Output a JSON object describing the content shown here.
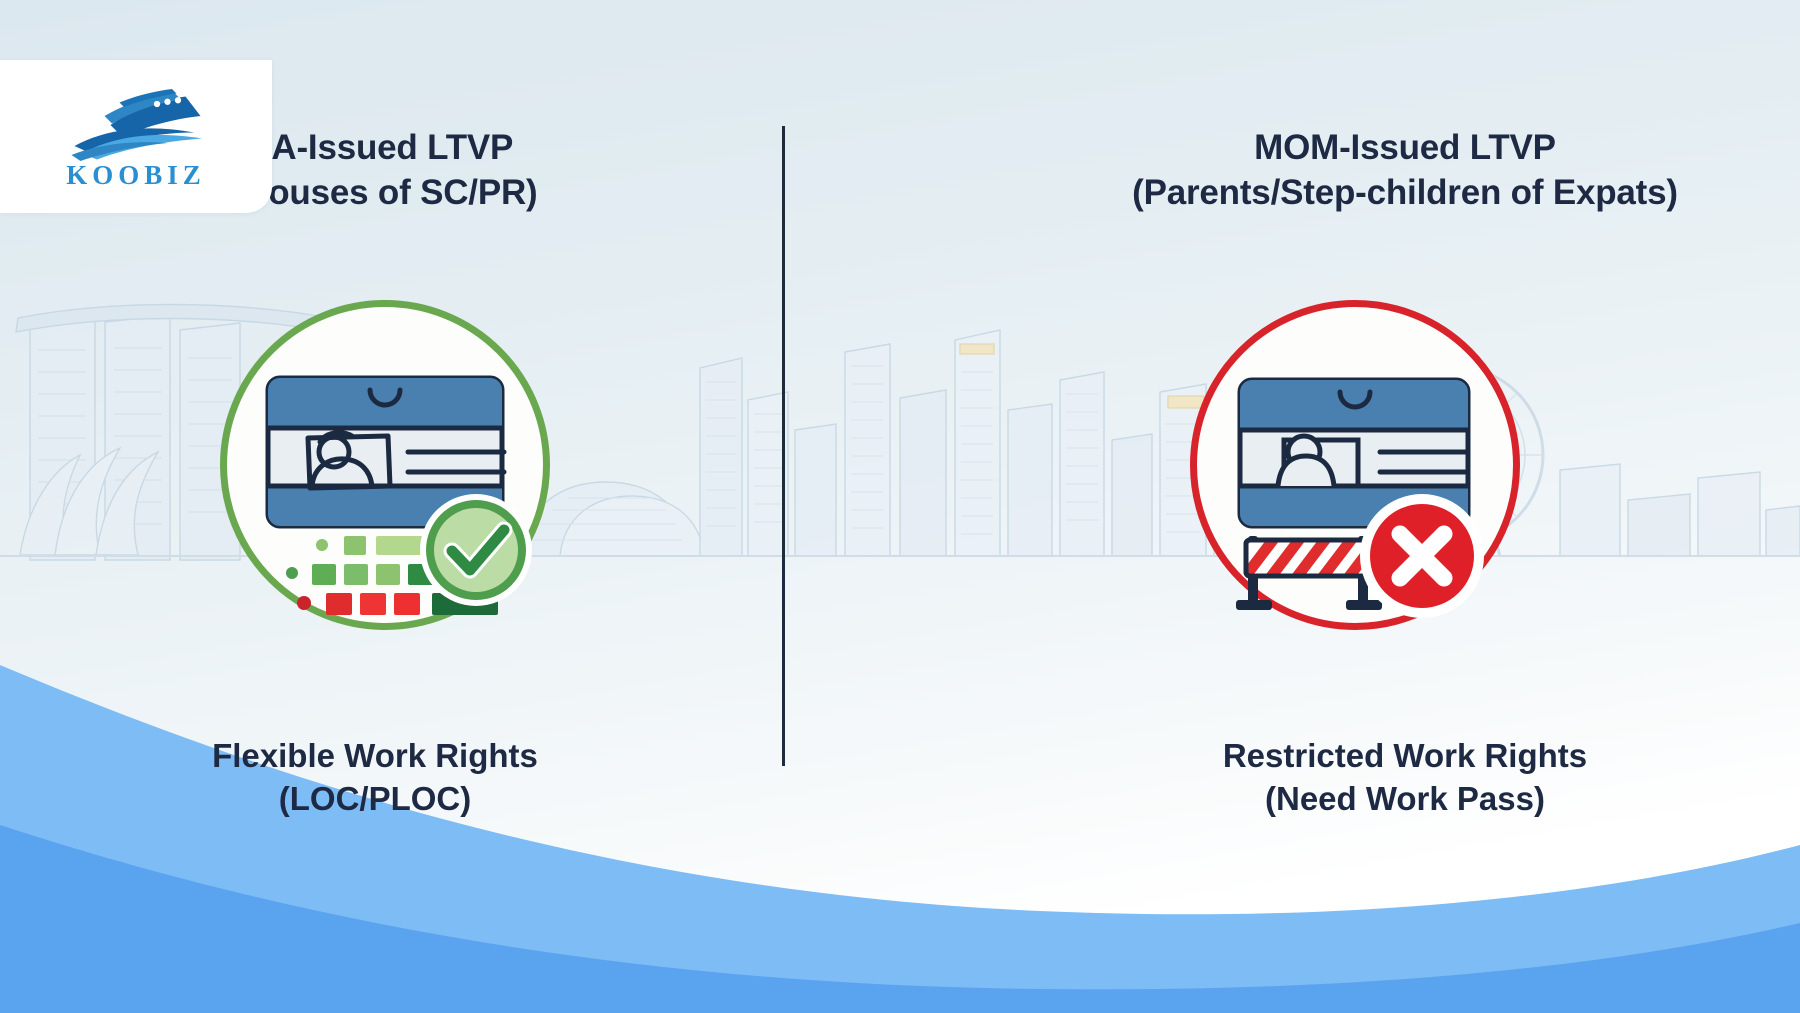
{
  "brand": {
    "name": "KOOBIZ",
    "logo_icon": "ship-wave-logo-icon",
    "logo_color": "#2a8fd0"
  },
  "theme": {
    "background_top": "#dce8ef",
    "background_bottom": "#ffffff",
    "heading_color": "#1e2a44",
    "divider_color": "#1d2b3f",
    "approved_color": "#6aa84f",
    "denied_color": "#d8232a",
    "wave_light": "#7dbcf5",
    "wave_dark": "#5aa3ef"
  },
  "divider": {
    "name": "vertical-divider"
  },
  "columns": [
    {
      "id": "ica",
      "heading_line1": "ICA-Issued LTVP",
      "heading_line2": "(Spouses of SC/PR)",
      "caption_line1": "Flexible Work Rights",
      "caption_line2": "(LOC/PLOC)",
      "status": "approved",
      "status_icon": "green-check-circle-icon",
      "card_icon": "id-card-icon",
      "accent_color": "#6aa84f"
    },
    {
      "id": "mom",
      "heading_line1": "MOM-Issued LTVP",
      "heading_line2": "(Parents/Step-children of Expats)",
      "caption_line1": "Restricted Work Rights",
      "caption_line2": "(Need Work Pass)",
      "status": "restricted",
      "status_icon": "red-x-circle-icon",
      "card_icon": "id-card-icon",
      "barrier_icon": "road-barrier-icon",
      "accent_color": "#d8232a"
    }
  ]
}
